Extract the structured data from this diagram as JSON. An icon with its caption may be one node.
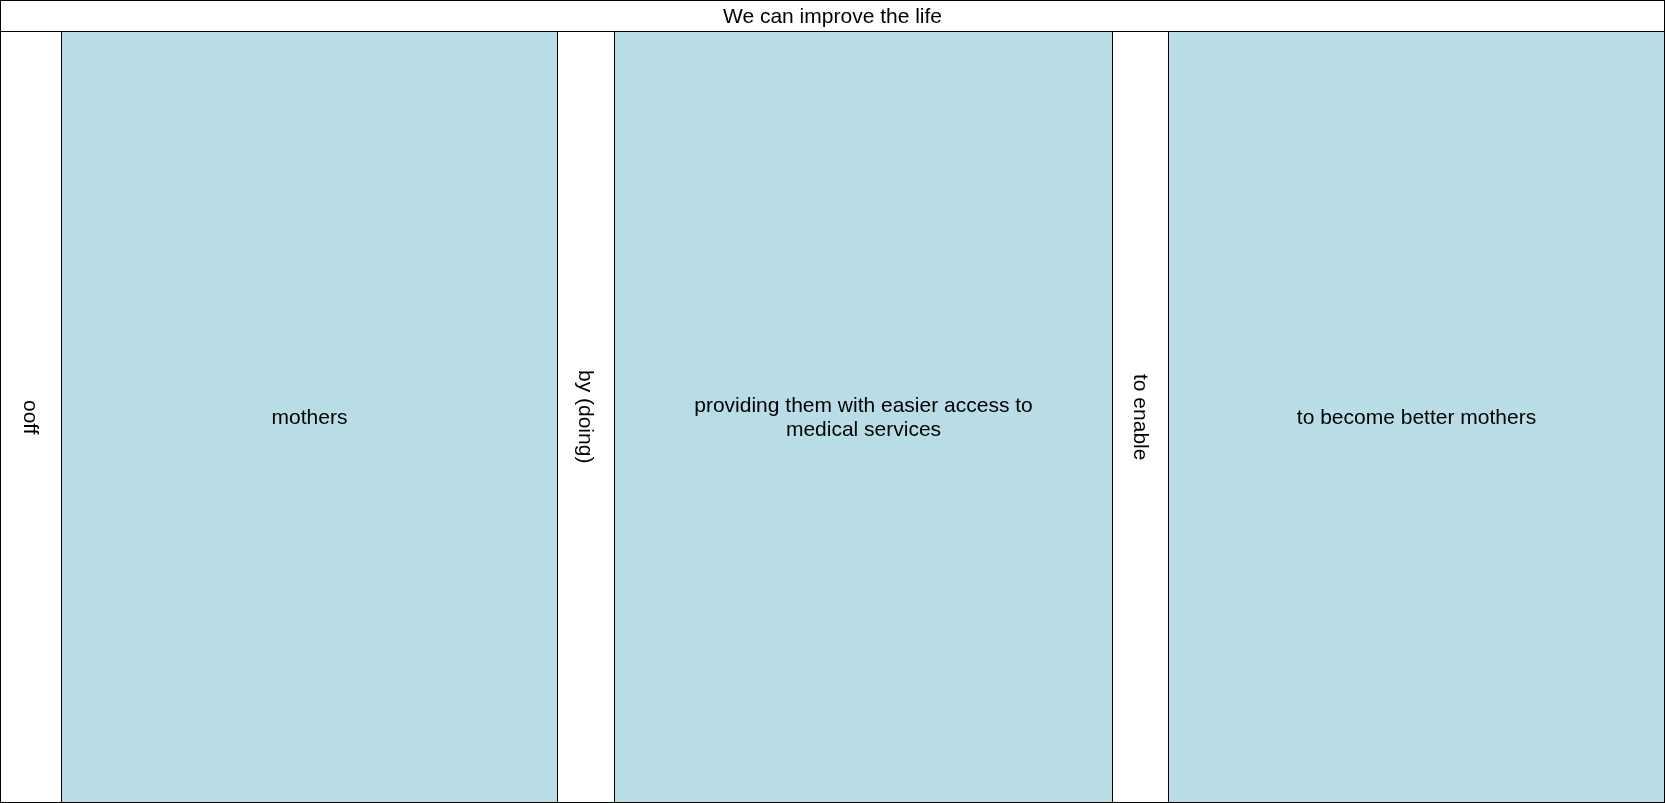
{
  "diagram": {
    "nodes": [
      {
        "text": [
          "We can improve the life"
        ]
      },
      {
        "text": [
          "ooff"
        ]
      },
      {
        "text": [
          "mothers"
        ]
      },
      {
        "text": [
          "by (doing)"
        ]
      },
      {
        "text": [
          "providing them with easier access to medical services"
        ]
      },
      {
        "text": [
          "to enable"
        ]
      },
      {
        "text": [
          "to become better mothers"
        ]
      }
    ]
  }
}
